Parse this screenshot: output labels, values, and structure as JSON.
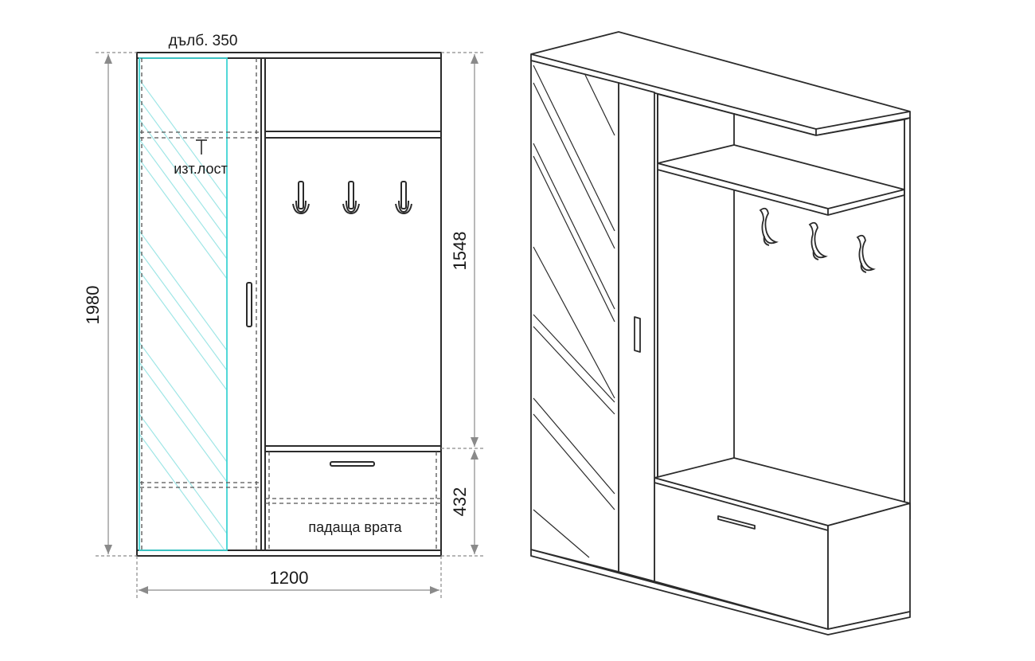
{
  "front_view": {
    "depth_label": "дълб. 350",
    "rail_label": "изт.лост",
    "drop_door_label": "падаща врата",
    "height_total": "1980",
    "height_upper": "1548",
    "height_lower": "432",
    "width_total": "1200"
  },
  "colors": {
    "line": "#2b2b2b",
    "dim": "#8a8a8a",
    "mirror": "#3fd4d4",
    "mirror_hatch": "#9fe6e6",
    "hidden": "#555555"
  }
}
